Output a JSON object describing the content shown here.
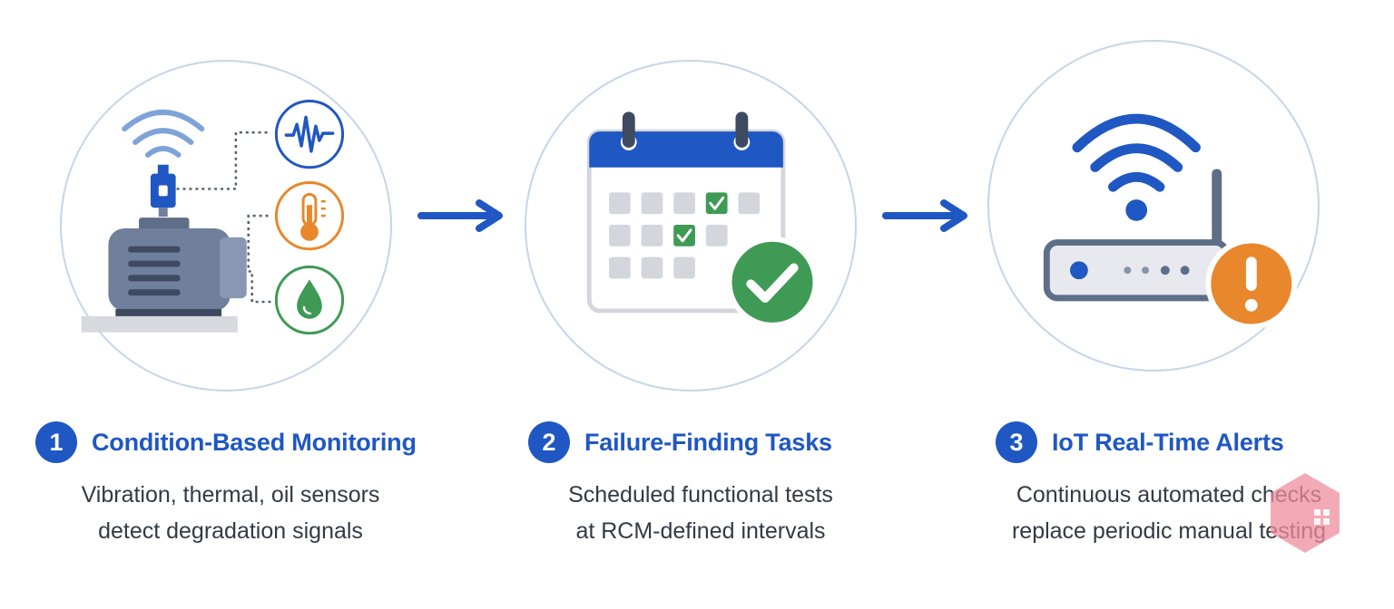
{
  "steps": [
    {
      "number": "1",
      "title": "Condition-Based Monitoring",
      "description_line1": "Vibration, thermal, oil sensors",
      "description_line2": "detect degradation signals",
      "icons": [
        "wifi-signal-icon",
        "sensor-icon",
        "motor-icon",
        "vibration-icon",
        "thermometer-icon",
        "oil-drop-icon"
      ]
    },
    {
      "number": "2",
      "title": "Failure-Finding Tasks",
      "description_line1": "Scheduled functional tests",
      "description_line2": "at RCM-defined intervals",
      "icons": [
        "calendar-icon",
        "checkmark-icon"
      ]
    },
    {
      "number": "3",
      "title": "IoT Real-Time Alerts",
      "description_line1": "Continuous automated checks",
      "description_line2": "replace periodic manual testing",
      "icons": [
        "wifi-signal-icon",
        "router-icon",
        "alert-icon"
      ]
    }
  ],
  "colors": {
    "primary_blue": "#1f57c3",
    "circle_border": "#c5d5ea",
    "motor_gray": "#6f7f9c",
    "orange": "#e8872c",
    "green": "#3f9a55",
    "text": "#333a44"
  }
}
